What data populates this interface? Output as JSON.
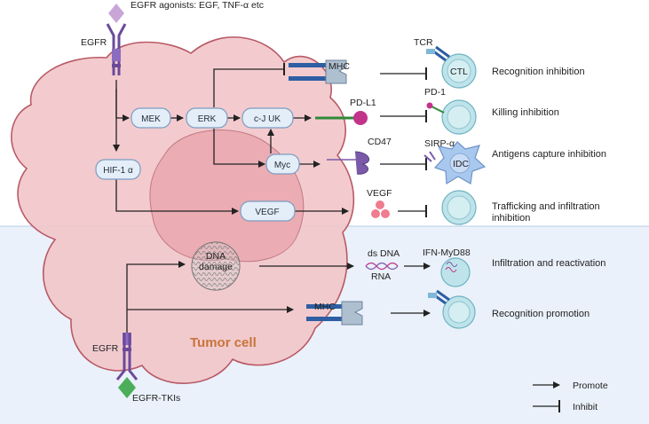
{
  "top": {
    "agonists_label": "EGFR agonists: EGF, TNF-α etc",
    "egfr_label": "EGFR"
  },
  "nodes": {
    "mek": "MEK",
    "erk": "ERK",
    "cjuk": "c-J UK",
    "myc": "Myc",
    "hif": "HIF-1 α",
    "vegf": "VEGF"
  },
  "molecules": {
    "mhc_top": "MHC",
    "pdl1": "PD-L1",
    "cd47": "CD47",
    "vegf": "VEGF",
    "mhc_bottom": "MHC",
    "dsdna": "ds DNA",
    "rna": "RNA",
    "dna_damage_line1": "DNA",
    "dna_damage_line2": "damage"
  },
  "immune": {
    "tcr": "TCR",
    "ctl": "CTL",
    "pd1": "PD-1",
    "sirp": "SIRP-α",
    "idc": "IDC",
    "ifn": "IFN-MyD88"
  },
  "outcomes": {
    "recognition_inhibition": "Recognition inhibition",
    "killing_inhibition": "Killing inhibition",
    "antigens_capture_inhibition": "Antigens capture inhibition",
    "trafficking_line1": "Trafficking and infiltration",
    "trafficking_line2": "inhibition",
    "infiltration_reactivation": "Infiltration and reactivation",
    "recognition_promotion": "Recognition promotion"
  },
  "bottom": {
    "egfr_label": "EGFR",
    "tki_label": "EGFR-TKIs",
    "tumor_cell": "Tumor cell"
  },
  "legend": {
    "promote": "Promote",
    "inhibit": "Inhibit"
  },
  "colors": {
    "upper_bg": "#ffffff",
    "lower_bg": "#eaf1fa",
    "tumor_fill": "#f1c4c7",
    "tumor_stroke": "#b85a66",
    "nucleus_fill": "#e8a2a9",
    "node_fill": "#e4eef8",
    "node_stroke": "#7c9cc2",
    "immune_fill": "#bfe3ea",
    "receptor_purple": "#6b4a9a",
    "agonist_diamond": "#c8a6d8",
    "tki_diamond": "#4cae5a",
    "tumor_label": "#c8743a"
  }
}
